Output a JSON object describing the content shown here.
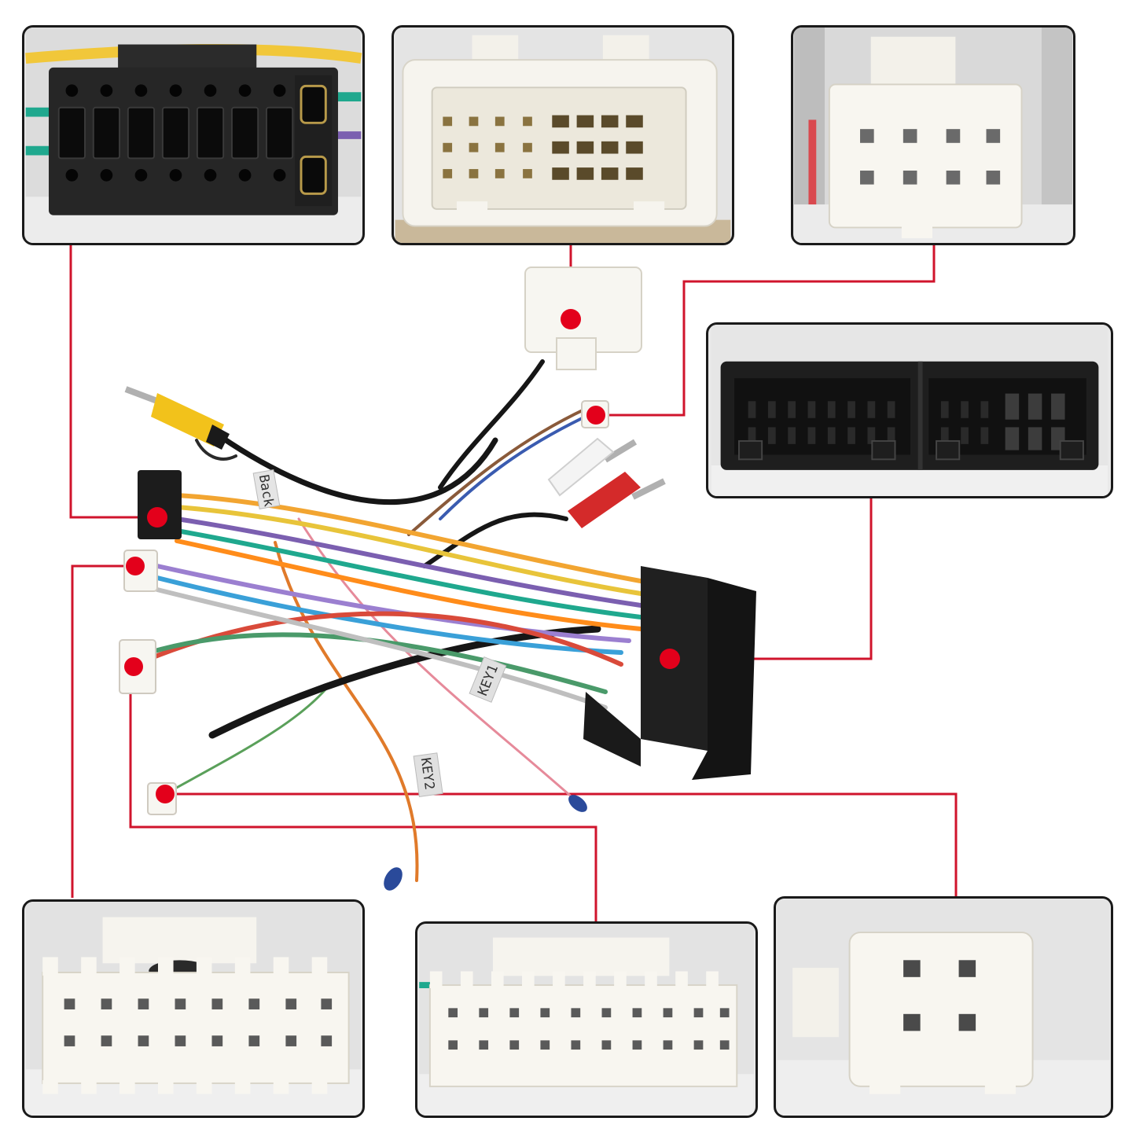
{
  "labels": {
    "back": "Back",
    "key1": "KEY1",
    "key2": "KEY2"
  },
  "colors": {
    "callout_line": "#d0142c",
    "callout_dot": "#e3001b",
    "panel_border": "#1a1a1a",
    "connector_black": "#1c1c1c",
    "connector_white": "#f5f3ee"
  }
}
